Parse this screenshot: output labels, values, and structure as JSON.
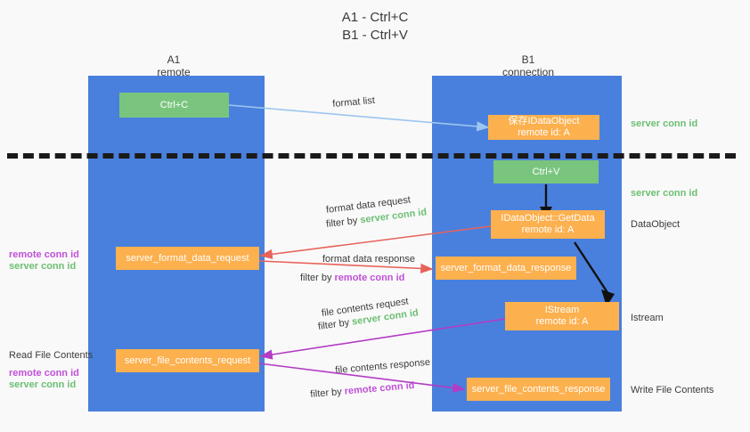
{
  "title": {
    "line1": "A1 - Ctrl+C",
    "line2": "B1 - Ctrl+V"
  },
  "columns": [
    {
      "name": "A1",
      "sub": "remote"
    },
    {
      "name": "B1",
      "sub": "connection"
    }
  ],
  "nodes": {
    "ctrl_c": {
      "label": "Ctrl+C"
    },
    "ctrl_v": {
      "label": "Ctrl+V"
    },
    "idataobject_store": {
      "line1": "保存IDataObject",
      "line2": "remote id: A"
    },
    "idataobject_getdata": {
      "line1": "IDataObject::GetData",
      "line2": "remote id: A"
    },
    "istream": {
      "line1": "IStream",
      "line2": "remote id: A"
    },
    "server_format_data_request": {
      "label": "server_format_data_request"
    },
    "server_format_data_response": {
      "label": "server_format_data_response"
    },
    "server_file_contents_request": {
      "label": "server_file_contents_request"
    },
    "server_file_contents_response": {
      "label": "server_file_contents_response"
    }
  },
  "right_labels": {
    "server_conn_id_1": "server conn id",
    "server_conn_id_2": "server conn id",
    "dataobject": "DataObject",
    "istream": "Istream",
    "write_file_contents": "Write File Contents"
  },
  "left_labels": {
    "remote_conn_id_1": "remote conn id",
    "server_conn_id_1": "server conn id",
    "read_file_contents": "Read File Contents",
    "remote_conn_id_2": "remote conn id",
    "server_conn_id_2": "server conn id"
  },
  "edges": {
    "format_list": "format list",
    "format_data_request": "format data request",
    "format_data_request_filter_prefix": "filter by ",
    "format_data_request_filter_value": "server conn id",
    "format_data_response": "format data response",
    "format_data_response_filter_prefix": "filter by ",
    "format_data_response_filter_value": "remote conn id",
    "file_contents_request": "file contents request",
    "file_contents_request_filter_prefix": "filter by ",
    "file_contents_request_filter_value": "server conn id",
    "file_contents_response": "file contents response",
    "file_contents_response_filter_prefix": "filter by ",
    "file_contents_response_filter_value": "remote conn id"
  },
  "colors": {
    "panel_blue": "#4a80dd",
    "node_green": "#7ac57e",
    "node_orange": "#fcb04e",
    "green_text": "#6cbf73",
    "purple_text": "#c050d8",
    "red_arrow": "#e8625a",
    "purple_arrow": "#b33cc4",
    "light_blue_arrow": "#9cc6ef",
    "black_arrow": "#111111",
    "background": "#f9f9f9"
  }
}
